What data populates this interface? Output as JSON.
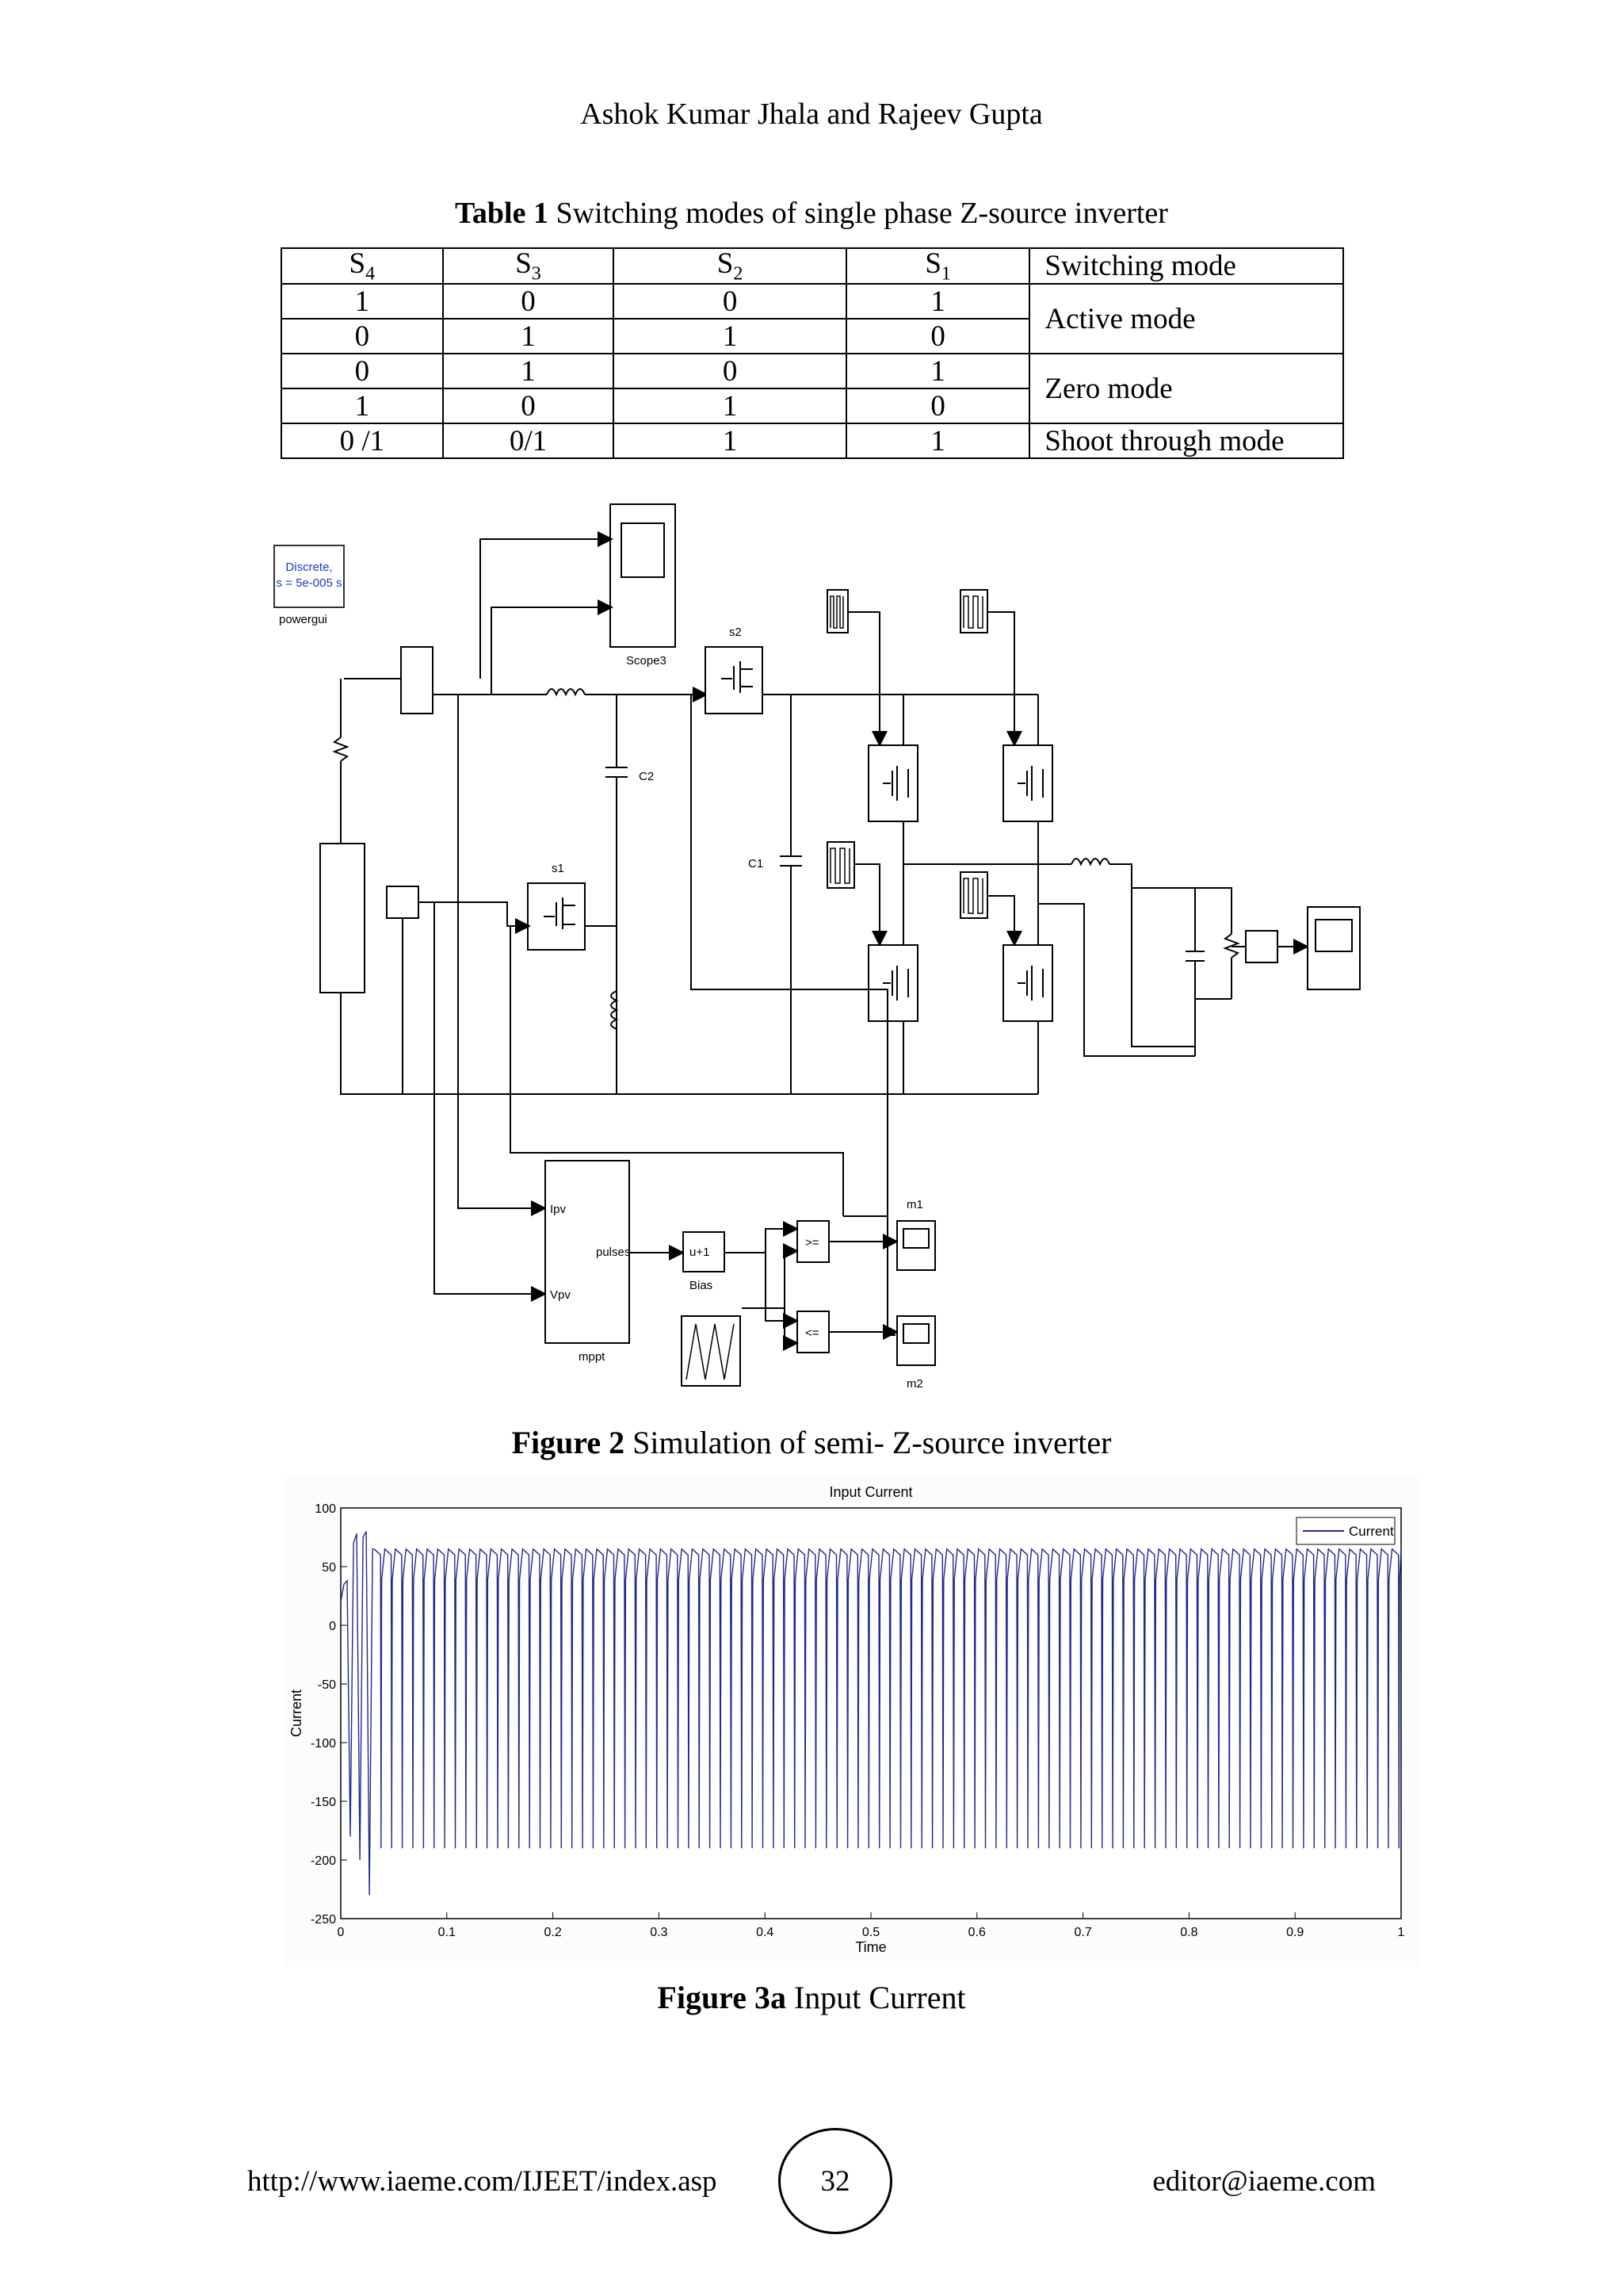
{
  "header": {
    "authors": "Ashok Kumar Jhala and Rajeev Gupta"
  },
  "table1": {
    "caption_bold": "Table 1",
    "caption_rest": " Switching modes of single phase Z-source inverter",
    "headers": [
      "S4",
      "S3",
      "S2",
      "S1",
      "Switching mode"
    ],
    "header_parts": [
      {
        "base": "S",
        "sub": "4"
      },
      {
        "base": "S",
        "sub": "3"
      },
      {
        "base": "S",
        "sub": "2"
      },
      {
        "base": "S",
        "sub": "1"
      }
    ],
    "header_mode": "Switching mode",
    "rows": [
      [
        "1",
        "0",
        "0",
        "1"
      ],
      [
        "0",
        "1",
        "1",
        "0"
      ],
      [
        "0",
        "1",
        "0",
        "1"
      ],
      [
        "1",
        "0",
        "1",
        "0"
      ],
      [
        "0 /1",
        "0/1",
        "1",
        "1"
      ]
    ],
    "modes": [
      "Active mode",
      "Zero mode",
      "Shoot through mode"
    ]
  },
  "figure2": {
    "caption_bold": "Figure 2",
    "caption_rest": " Simulation of semi- Z-source inverter",
    "labels": {
      "powergui_line1": "Discrete,",
      "powergui_line2": "s = 5e-005 s",
      "powergui": "powergui",
      "scope3": "Scope3",
      "s2": "s2",
      "s1": "s1",
      "c2": "C2",
      "c1": "C1",
      "ipv": "Ipv",
      "vpv": "Vpv",
      "pulses": "pulses",
      "mppt": "mppt",
      "bias_block": "u+1",
      "bias": "Bias",
      "ge": ">=",
      "le": "<=",
      "m1": "m1",
      "m2": "m2"
    }
  },
  "figure3a": {
    "caption_bold": "Figure 3a",
    "caption_rest": " Input Current"
  },
  "chart_data": {
    "type": "line",
    "title": "Input Current",
    "xlabel": "Time",
    "ylabel": "Current",
    "xlim": [
      0,
      1
    ],
    "ylim": [
      -250,
      100
    ],
    "xticks": [
      "0",
      "0.1",
      "0.2",
      "0.3",
      "0.4",
      "0.5",
      "0.6",
      "0.7",
      "0.8",
      "0.9",
      "1"
    ],
    "yticks": [
      "100",
      "50",
      "0",
      "-50",
      "-100",
      "-150",
      "-200",
      "-250"
    ],
    "legend": "top-right",
    "series": [
      {
        "name": "Current",
        "color": "#1f2a8c",
        "period": 0.01,
        "x": [
          0,
          0.003,
          0.006,
          0.009,
          0.012,
          0.015,
          0.018,
          0.021,
          0.024,
          0.027,
          0.03,
          0.04,
          0.05,
          0.1,
          0.5,
          1.0
        ],
        "y": [
          20,
          35,
          38,
          -180,
          70,
          78,
          -200,
          75,
          80,
          -230,
          65,
          65,
          65,
          65,
          65,
          65
        ],
        "steady_peak": 65,
        "steady_trough": -190
      }
    ]
  },
  "footer": {
    "url": "http://www.iaeme.com/IJEET/index.asp",
    "page": "32",
    "email": "editor@iaeme.com"
  }
}
